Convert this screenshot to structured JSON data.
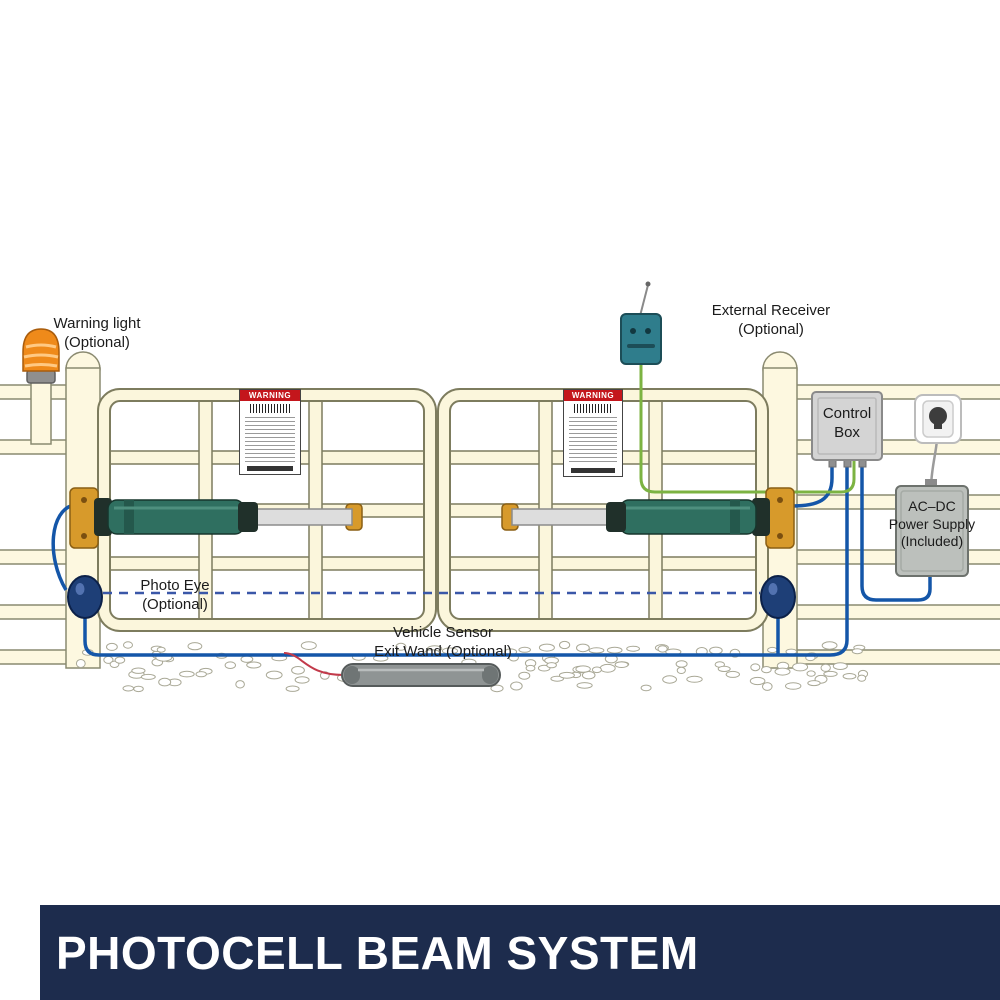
{
  "banner": {
    "title": "PHOTOCELL BEAM SYSTEM",
    "bg_color": "#1d2c4d",
    "text_color": "#ffffff"
  },
  "labels": {
    "warning_light": "Warning light\n(Optional)",
    "external_receiver": "External Receiver\n(Optional)",
    "control_box": "Control\nBox",
    "power_supply": "AC–DC\nPower Supply\n(Included)",
    "photo_eye": "Photo Eye\n(Optional)",
    "vehicle_sensor": "Vehicle Sensor\nExit Wand (Optional)",
    "warning_sign": "WARNING"
  },
  "colors": {
    "wire_blue": "#1456a8",
    "wire_green": "#7cb342",
    "wire_red": "#c23a4a",
    "beam_dashed_blue": "#3a57a8",
    "gate_fill": "#fbf6dc",
    "gate_stroke": "#7d7c5e",
    "actuator_teal": "#2f6f60",
    "bracket_gold": "#d79a2b",
    "beacon_orange": "#ef8a1a",
    "photo_eye_navy": "#1e3f77",
    "receiver_teal": "#2f7d8c",
    "box_gray": "#d4d4d4"
  }
}
